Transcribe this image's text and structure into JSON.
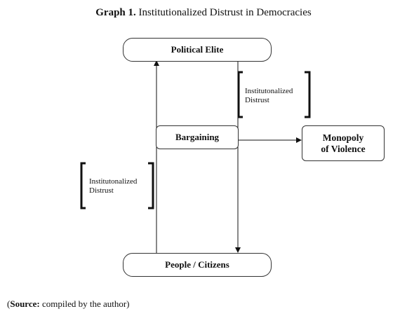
{
  "title": {
    "prefix": "Graph 1.",
    "text": "Institutionalized Distrust in Democracies"
  },
  "nodes": {
    "elite": "Political Elite",
    "people": "People / Citizens",
    "bargaining": "Bargaining",
    "monopoly_line1": "Monopoly",
    "monopoly_line2": "of Violence"
  },
  "labels": {
    "distrust_right_line1": "Institutonalized",
    "distrust_right_line2": "Distrust",
    "distrust_left_line1": "Institutonalized",
    "distrust_left_line2": "Distrust"
  },
  "source": {
    "open": "(",
    "label": "Source:",
    "text": " compiled by the author)"
  }
}
